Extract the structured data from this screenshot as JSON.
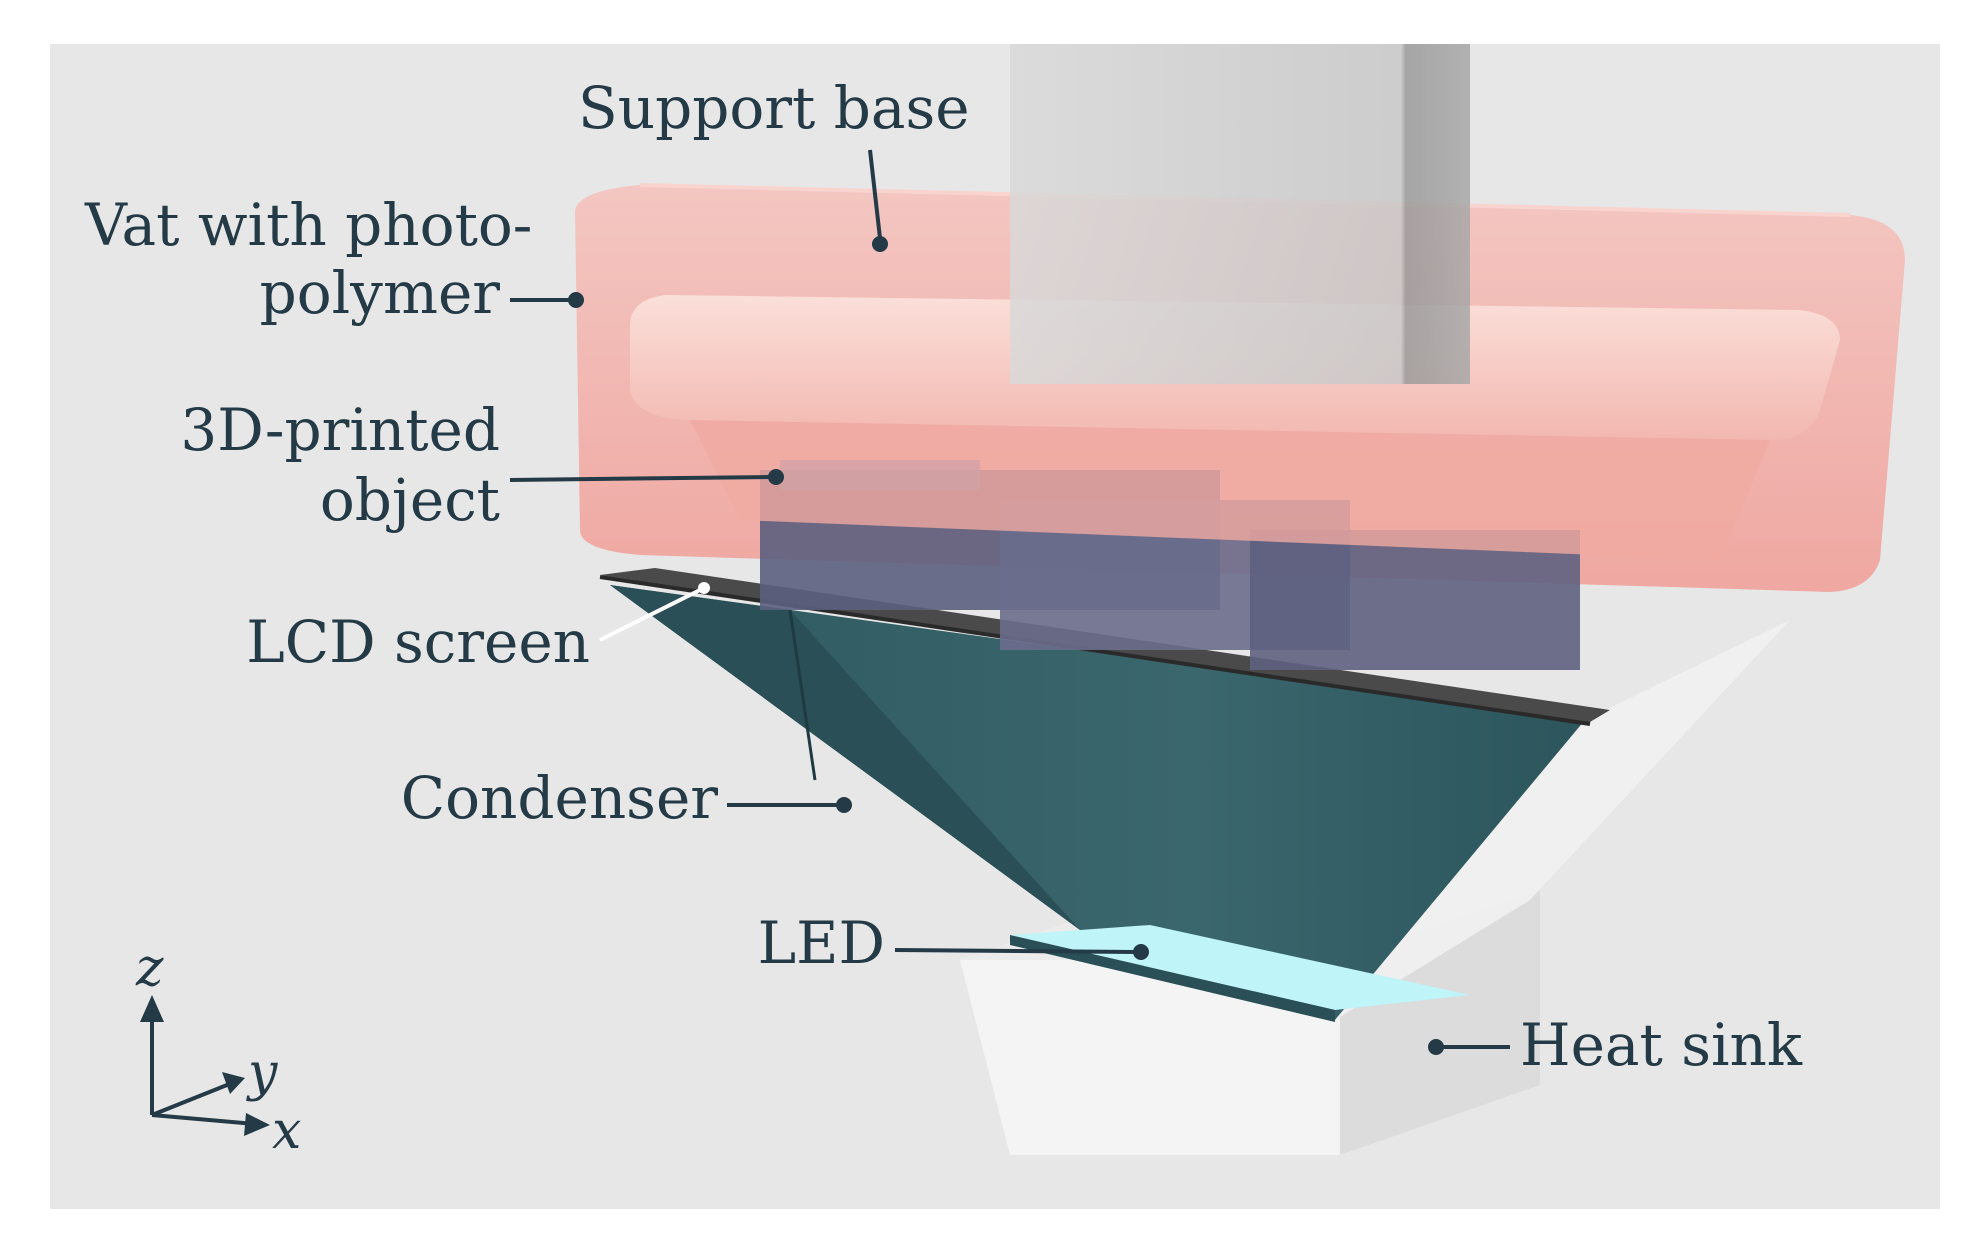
{
  "labels": {
    "support_base": "Support base",
    "vat_line1": "Vat with photo-",
    "vat_line2": "polymer",
    "object_line1": "3D-printed",
    "object_line2": "object",
    "lcd_screen": "LCD screen",
    "condenser": "Condenser",
    "led": "LED",
    "heat_sink": "Heat sink"
  },
  "axes": {
    "z": "z",
    "y": "y",
    "x": "x"
  },
  "colors": {
    "background": "#e7e7e7",
    "vat": "#f2a6a0",
    "condenser": "#345e66",
    "led": "#bff4f8",
    "label_text": "#243b47"
  }
}
